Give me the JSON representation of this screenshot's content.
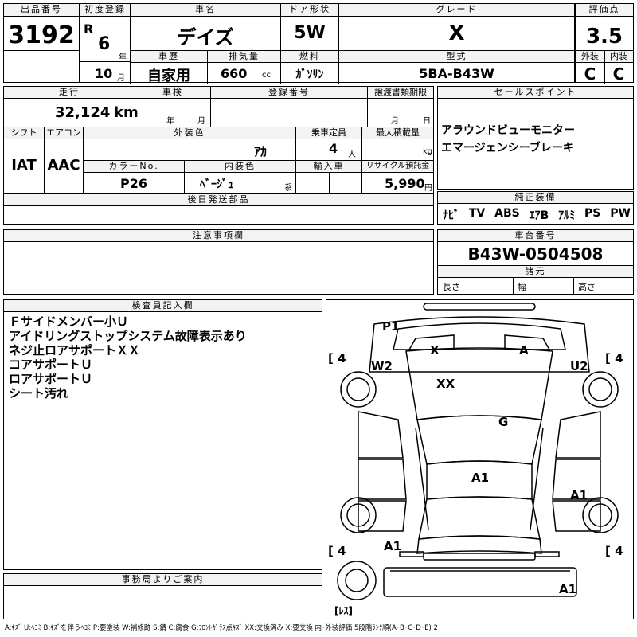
{
  "header": {
    "lot_label": "出品番号",
    "lot_no": "3192",
    "reg_label": "初度登録",
    "era": "R",
    "year": "6",
    "year_unit": "年",
    "month": "10",
    "month_unit": "月",
    "car_label": "車名",
    "car_name": "デイズ",
    "door_label": "ドア形状",
    "door": "5W",
    "grade_label": "グレード",
    "grade": "X",
    "score_label": "評価点",
    "score": "3.5",
    "history_label": "車歴",
    "history": "自家用",
    "displacement_label": "排気量",
    "displacement": "660",
    "displacement_unit": "cc",
    "fuel_label": "燃料",
    "fuel": "ｶﾞｿﾘﾝ",
    "model_label": "型式",
    "model": "5BA-B43W",
    "exterior_label": "外装",
    "exterior": "C",
    "interior_label": "内装",
    "interior": "C"
  },
  "row2": {
    "mileage_label": "走行",
    "mileage": "32,124",
    "mileage_unit": "km",
    "inspection_label": "車検",
    "insp_year_unit": "年",
    "insp_month_unit": "月",
    "regno_label": "登録番号",
    "transfer_label": "譲渡書類期限",
    "transfer_month_unit": "月",
    "transfer_day_unit": "日",
    "shift_label": "シフト",
    "shift": "IAT",
    "ac_label": "エアコン",
    "ac": "AAC",
    "color_label": "外装色",
    "color": "ｱｶ",
    "capacity_label": "乗車定員",
    "capacity": "4",
    "capacity_unit": "人",
    "load_label": "最大積載量",
    "load_unit": "kg",
    "colorno_label": "カラーNo.",
    "colorno": "P26",
    "interior_color_label": "内装色",
    "interior_color": "ﾍﾞｰｼﾞｭ",
    "interior_color_unit": "系",
    "import_label": "輸入車",
    "recycle_label": "リサイクル預託金",
    "recycle": "5,990",
    "recycle_unit": "円",
    "later_label": "後日発送部品"
  },
  "sales": {
    "label": "セールスポイント",
    "lines": [
      "アラウンドビューモニター",
      "エマージェンシーブレーキ"
    ]
  },
  "equipment": {
    "label": "純正装備",
    "items": [
      "ﾅﾋﾞ",
      "TV",
      "ABS",
      "ｴｱB",
      "ｱﾙﾐ",
      "PS",
      "PW"
    ]
  },
  "notes": {
    "label": "注意事項欄"
  },
  "chassis": {
    "label": "車台番号",
    "value": "B43W-0504508",
    "spec_label": "諸元",
    "length_label": "長さ",
    "width_label": "幅",
    "height_label": "高さ"
  },
  "inspector": {
    "label": "検査員記入欄",
    "lines": [
      "Ｆサイドメンバー小Ｕ",
      "アイドリングストップシステム故障表示あり",
      "ネジ止ロアサポートＸＸ",
      "コアサポートＵ",
      "ロアサポートＵ",
      "シート汚れ"
    ]
  },
  "office": {
    "label": "事務局よりご案内"
  },
  "diagram": {
    "marks": {
      "p1": "P1",
      "w2": "W2",
      "u2": "U2",
      "x": "X",
      "a": "A",
      "xx": "XX",
      "g": "G",
      "a1_center": "A1",
      "a1_right": "A1",
      "a1_left": "A1",
      "a1_bottom": "A1"
    },
    "tire_fl": "4",
    "tire_fr": "4",
    "tire_rl": "4",
    "tire_rr": "4",
    "spare_label": "ﾚｽ"
  },
  "legend": "A:ｷｽﾞ U:ﾍｺﾐ B:ｷｽﾞを伴うﾍｺﾐ P:要塗装 W:補修跡 S:錆 C:腐食 G:ﾌﾛﾝﾄｶﾞﾗｽ点ｷｽﾞ XX:交換済み X:要交換 内･外装評価 5段階ﾗﾝｸ順(A･B･C･D･E) 2"
}
